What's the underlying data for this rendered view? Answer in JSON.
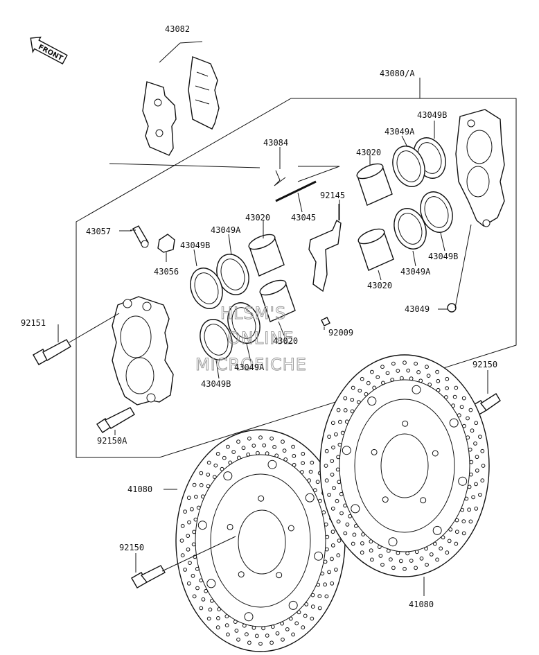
{
  "front_badge": "FRONT",
  "watermark": [
    "HLSM'S",
    "ONLINE",
    "MICROFICHE"
  ],
  "labels": {
    "p43082": "43082",
    "p43080A": "43080/A",
    "p43084": "43084",
    "p43049B_top": "43049B",
    "p43049A_top": "43049A",
    "p43020_top": "43020",
    "p92145": "92145",
    "p43045": "43045",
    "p43057": "43057",
    "p43049A_left": "43049A",
    "p43020_left": "43020",
    "p43049B_left": "43049B",
    "p43056": "43056",
    "p43049B_right": "43049B",
    "p43049A_right": "43049A",
    "p43020_right": "43020",
    "p43049_right": "43049",
    "p92151": "92151",
    "p92009": "92009",
    "p43020_mid": "43020",
    "p43049A_mid": "43049A",
    "p43049B_mid": "43049B",
    "p92150_right": "92150",
    "p92150A": "92150A",
    "p41080_left": "41080",
    "p92150_left": "92150",
    "p41080_right": "41080"
  }
}
